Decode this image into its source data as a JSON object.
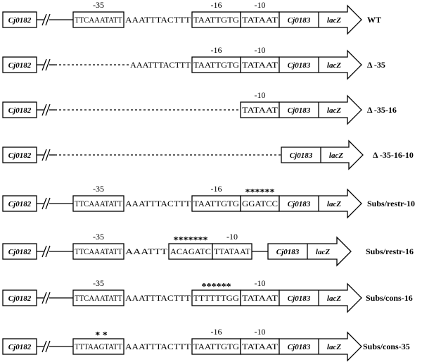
{
  "upstream_gene": "Cj0182",
  "downstream_gene": "Cj0183",
  "reporter_gene": "lacZ",
  "constructs": [
    {
      "label": "WT",
      "pre": "",
      "box35": "TTCAAATATT",
      "spacer": "AAATTTACTTT",
      "box16": "TAATTGTG",
      "box10": "TATAAT",
      "mark35": "-35",
      "mark16": "-16",
      "mark10": "-10",
      "stars": "",
      "stars_on": ""
    },
    {
      "label": "Δ -35",
      "pre": "",
      "box35": "",
      "spacer": "AAATTTACTTT",
      "box16": "TAATTGTG",
      "box10": "TATAAT",
      "mark35": "",
      "mark16": "-16",
      "mark10": "-10",
      "stars": "",
      "stars_on": ""
    },
    {
      "label": "Δ -35-16",
      "pre": "",
      "box35": "",
      "spacer": "",
      "box16": "",
      "box10": "TATAAT",
      "mark35": "",
      "mark16": "",
      "mark10": "-10",
      "stars": "",
      "stars_on": ""
    },
    {
      "label": "Δ -35-16-10",
      "pre": "",
      "box35": "",
      "spacer": "",
      "box16": "",
      "box10": "",
      "mark35": "",
      "mark16": "",
      "mark10": "",
      "stars": "",
      "stars_on": ""
    },
    {
      "label": "Subs/restr-10",
      "pre": "",
      "box35": "TTCAAATATT",
      "spacer": "AAATTTACTTT",
      "box16": "TAATTGTG",
      "box10": "GGATCC",
      "mark35": "-35",
      "mark16": "-16",
      "mark10": "",
      "stars": "******",
      "stars_on": "box10"
    },
    {
      "label": "Subs/restr-16",
      "pre": "",
      "box35": "TTCAAATATT",
      "spacer": "AAATTT",
      "box16": "ACAGATC",
      "box10": "TTATAAT",
      "mark35": "-35",
      "mark16": "",
      "mark10": "-10",
      "stars": "*******",
      "stars_on": "box16"
    },
    {
      "label": "Subs/cons-16",
      "pre": "",
      "box35": "TTCAAATATT",
      "spacer": "AAATTTACTTT",
      "box16": "TTTTTTGG",
      "box10": "TATAAT",
      "mark35": "-35",
      "mark16": "",
      "mark10": "-10",
      "stars": "******",
      "stars_on": "box16"
    },
    {
      "label": "Subs/cons-35",
      "pre": "",
      "box35": "TTTAAGTATT",
      "spacer": "AAATTTACTTT",
      "box16": "TAATTGTG",
      "box10": "TATAAT",
      "mark35": "",
      "mark16": "-16",
      "mark10": "-10",
      "stars": "*   *",
      "stars_on": "box35"
    }
  ]
}
